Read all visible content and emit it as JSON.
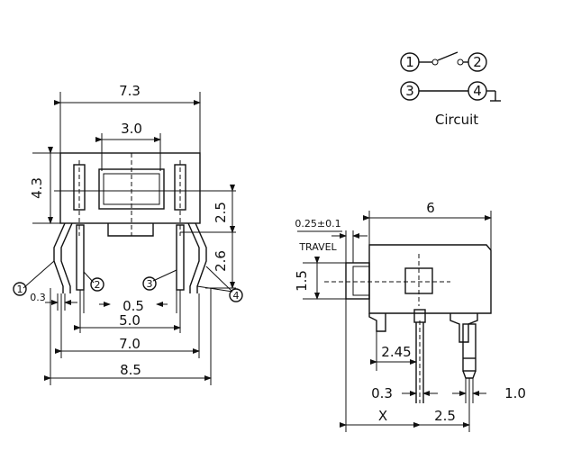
{
  "front_view": {
    "width_top": "7.3",
    "window_width": "3.0",
    "height_left": "4.3",
    "pin_pitch_small": "0.5",
    "pin_spacing": "5.0",
    "lead_width": "7.0",
    "overall_width": "8.5",
    "lead_thickness": "0.3",
    "pin_height": "2.5",
    "lead_height": "2.6",
    "pin_labels": [
      "1",
      "2",
      "3",
      "4"
    ]
  },
  "side_view": {
    "travel_value": "0.25±0.1",
    "travel_label": "TRAVEL",
    "body_length": "6",
    "actuator_height": "1.5",
    "lead_offset": "2.45",
    "pin_thickness": "0.3",
    "pin_pitch": "1.0",
    "dim_x": "X",
    "pin_spacing": "2.5"
  },
  "circuit": {
    "caption": "Circuit",
    "terminals": [
      "1",
      "2",
      "3",
      "4"
    ]
  }
}
